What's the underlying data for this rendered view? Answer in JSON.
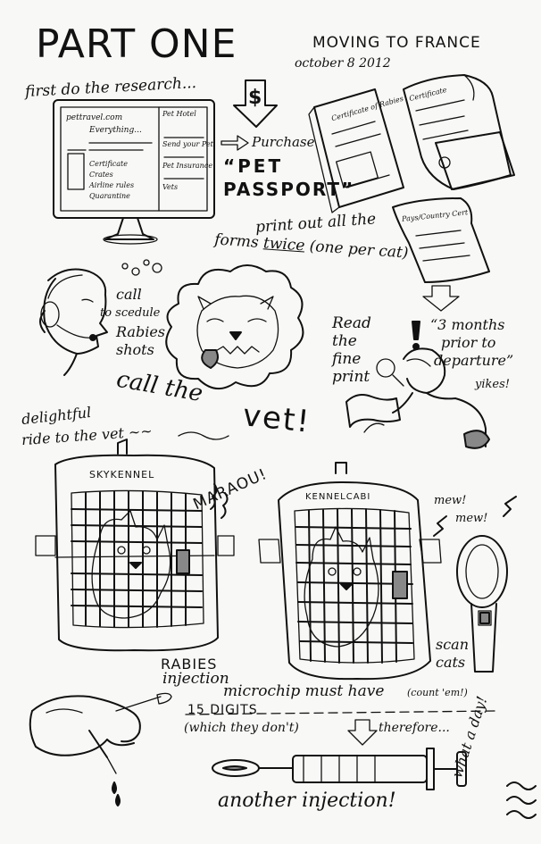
{
  "heading": {
    "part": "PART ONE",
    "subtitle": "MOVING TO FRANCE",
    "date": "october 8 2012"
  },
  "research": {
    "intro": "first do the research...",
    "screen_site": "pettravel.com",
    "screen_everything": "Everything...",
    "screen_list": [
      "Certificate",
      "Crates",
      "Airline rules",
      "Quarantine"
    ],
    "screen_side": [
      "Pet Hotel",
      "Send your Pet",
      "Pet Insurance",
      "Vets"
    ],
    "purchase": "Purchase",
    "pet": "“PET",
    "passport": "PASSPORT”",
    "cert_label": "Certificate of Rabies",
    "form_label": "Certificate",
    "pays_label": "Pays/Country Cert",
    "print1": "print out all the",
    "print2_a": "forms ",
    "print2_twice": "twice",
    "print2_b": " (one per cat)"
  },
  "call": {
    "line1": "call",
    "line2": "to scedule",
    "line3": "Rabies",
    "line4": "shots",
    "big": "call the",
    "vet": "vet!"
  },
  "fineprint": {
    "read": [
      "Read",
      "the",
      "fine",
      "print"
    ],
    "quote1": "“3 months",
    "quote2": "prior to",
    "quote3": "departure”",
    "yikes": "yikes!"
  },
  "ride": {
    "line1": "delightful",
    "line2": "ride to the vet ~~"
  },
  "vet_visit": {
    "kennel1": "SKYKENNEL",
    "kennel2": "KENNELCABI",
    "meow": "MARAOU!",
    "mew1": "mew!",
    "mew2": "mew!",
    "scan1": "scan",
    "scan2": "cats",
    "rabies1": "RABIES",
    "rabies2": "injection",
    "microchip": "microchip must have",
    "count": "(count 'em!)",
    "digits": "15 DIGITS",
    "which": "(which they don't)",
    "therefore": "therefore...",
    "another": "another injection!",
    "whatday": "what a day!"
  }
}
